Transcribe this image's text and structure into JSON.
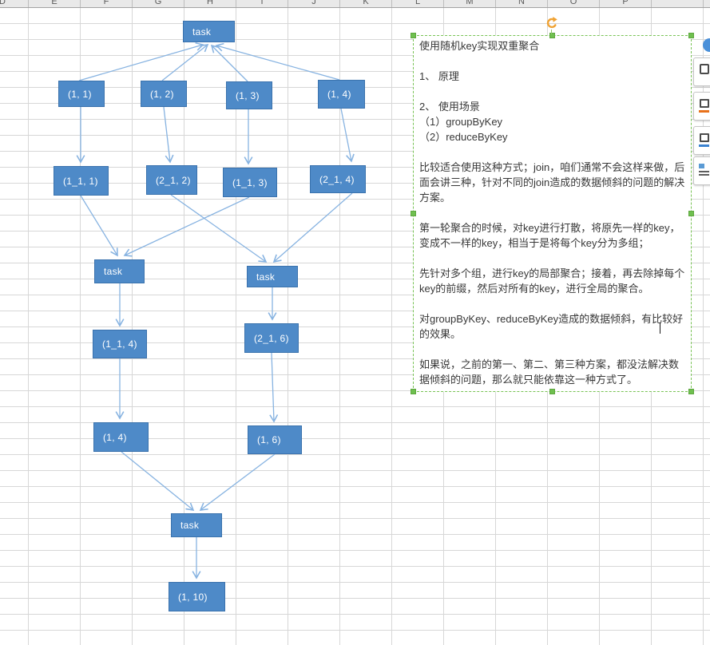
{
  "sheet": {
    "columns": [
      "D",
      "E",
      "F",
      "G",
      "H",
      "I",
      "J",
      "K",
      "L",
      "M",
      "N",
      "O",
      "P"
    ]
  },
  "diagram": {
    "nodes": [
      {
        "id": "task-top",
        "label": "task"
      },
      {
        "id": "n-1-1",
        "label": "(1, 1)"
      },
      {
        "id": "n-1-2",
        "label": "(1, 2)"
      },
      {
        "id": "n-1-3",
        "label": "(1, 3)"
      },
      {
        "id": "n-1-4",
        "label": "(1, 4)"
      },
      {
        "id": "n-1_1-1",
        "label": "(1_1, 1)"
      },
      {
        "id": "n-2_1-2",
        "label": "(2_1, 2)"
      },
      {
        "id": "n-1_1-3",
        "label": "(1_1, 3)"
      },
      {
        "id": "n-2_1-4",
        "label": "(2_1, 4)"
      },
      {
        "id": "task-left",
        "label": "task"
      },
      {
        "id": "task-right",
        "label": "task"
      },
      {
        "id": "n-1_1-4",
        "label": "(1_1, 4)"
      },
      {
        "id": "n-2_1-6",
        "label": "(2_1, 6)"
      },
      {
        "id": "n-1-4b",
        "label": "(1, 4)"
      },
      {
        "id": "n-1-6",
        "label": "(1, 6)"
      },
      {
        "id": "task-bottom",
        "label": "task"
      },
      {
        "id": "n-1-10",
        "label": "(1, 10)"
      }
    ]
  },
  "textbox": {
    "lines": [
      "使用随机key实现双重聚合",
      "",
      "1、 原理",
      "",
      "2、 使用场景",
      "（1）groupByKey",
      "（2）reduceByKey",
      "",
      "比较适合使用这种方式；join，咱们通常不会这样来做，后面会讲三种，针对不同的join造成的数据倾斜的问题的解决方案。",
      "",
      "第一轮聚合的时候，对key进行打散，将原先一样的key，变成不一样的key，相当于是将每个key分为多组；",
      "",
      "先针对多个组，进行key的局部聚合；接着，再去除掉每个key的前缀，然后对所有的key，进行全局的聚合。",
      "",
      "对groupByKey、reduceByKey造成的数据倾斜，有比较好的效果。",
      "",
      "如果说，之前的第一、第二、第三种方案，都没法解决数据倾斜的问题，那么就只能依靠这一种方式了。"
    ]
  },
  "side_toolbar": {
    "icons": [
      "blue-badge",
      "paste-icon",
      "border-color-icon",
      "fill-color-icon",
      "text-wrap-icon"
    ]
  },
  "colors": {
    "node_fill": "#4e8ac8",
    "node_border": "#3a72ad",
    "connector": "#87b3e1",
    "selection_green": "#6fc04f",
    "rotation_handle_orange": "#f0a232",
    "grid_line": "#d7d7d7",
    "header_bg": "#e9e9e9"
  }
}
